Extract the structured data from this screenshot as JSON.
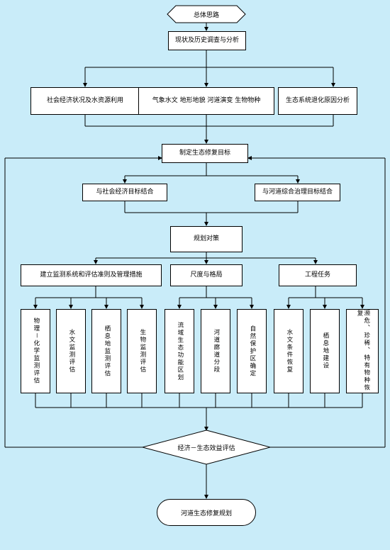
{
  "flowchart": {
    "start": "总体思路",
    "survey": "现状及历史调查与分析",
    "inputs": [
      "社会经济状况及水资源利用",
      "气象水文  地形地貌  河道演变  生物物种",
      "生态系统退化原因分析"
    ],
    "goal": "制定生态修复目标",
    "integration": [
      "与社会经济目标结合",
      "与河道综合治理目标结合"
    ],
    "strategy": "规划对策",
    "branches": [
      "建立监测系统和评估准则及管理措施",
      "尺度与格局",
      "工程任务"
    ],
    "monitoring": [
      "物理－化学监测评估",
      "水文监测评估",
      "栖息地监测评估",
      "生物监测评估"
    ],
    "scale": [
      "流域生态功能区划",
      "河道廊道分段",
      "自然保护区确定"
    ],
    "engineering": [
      "水文条件恢复",
      "栖息地建设",
      "濒危、珍稀、特有物种恢复"
    ],
    "evaluation": "经济－生态效益评估",
    "end": "河道生态修复规划"
  }
}
